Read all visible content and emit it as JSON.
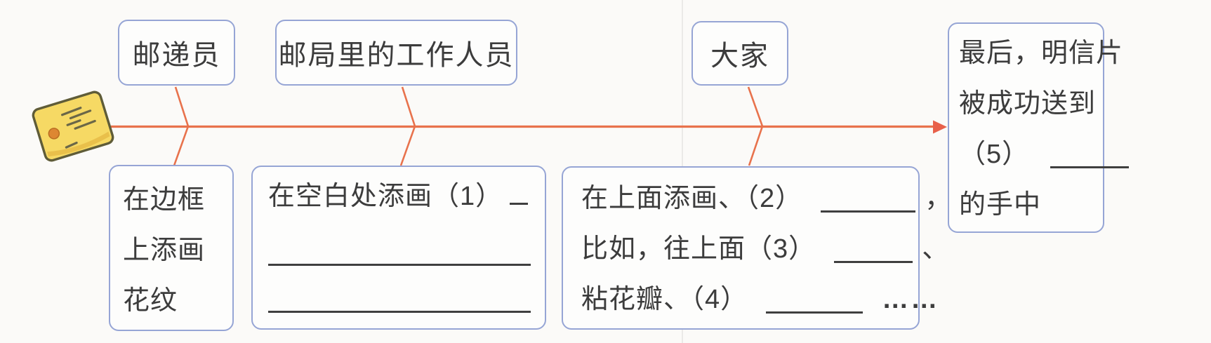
{
  "diagram": {
    "title_hint": "postcard journey fishbone worksheet",
    "colors": {
      "spine_orange": "#e8724c",
      "arrow_red": "#e8604a",
      "box_border_blue": "#96a5d5",
      "text_dark": "#3c3c3c",
      "postcard_yellow": "#f6d964",
      "postcard_shade": "#e9c04b",
      "postcard_outline": "#5f5c38",
      "stamp_orange": "#dd8732"
    },
    "icon": "postcard-icon",
    "actors": [
      {
        "label": "邮递员"
      },
      {
        "label": "邮局里的工作人员"
      },
      {
        "label": "大家"
      }
    ],
    "action1": {
      "lines": [
        "在边框",
        "上添画",
        "花纹"
      ]
    },
    "action2": {
      "line1_pre": "在空白处添画（1）"
    },
    "action3": {
      "line1_pre": "在上面添画、（2）",
      "line1_post": "，",
      "line2_pre": "比如，往上面（3）",
      "line2_post": "、",
      "line3_pre": "粘花瓣、（4）",
      "line3_post": "……"
    },
    "result": {
      "line1": "最后，明信片",
      "line2": "被成功送到",
      "line3_pre": "（5）",
      "line4": "的手中"
    }
  }
}
